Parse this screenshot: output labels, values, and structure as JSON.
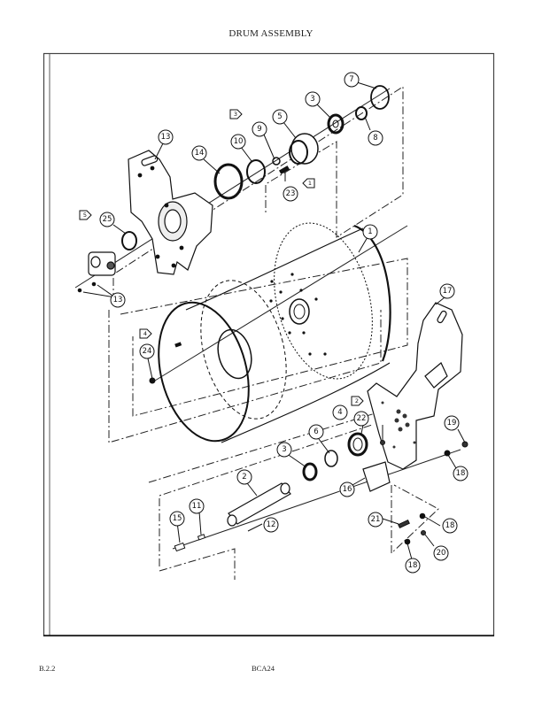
{
  "page": {
    "title": "DRUM ASSEMBLY",
    "footer_left": "B.2.2",
    "footer_center": "BCA24"
  },
  "callouts": [
    {
      "id": "c7",
      "label": "7"
    },
    {
      "id": "c3a",
      "label": "3"
    },
    {
      "id": "c5",
      "label": "5"
    },
    {
      "id": "c9",
      "label": "9"
    },
    {
      "id": "c10",
      "label": "10"
    },
    {
      "id": "c14",
      "label": "14"
    },
    {
      "id": "c8",
      "label": "8"
    },
    {
      "id": "c23",
      "label": "23"
    },
    {
      "id": "c13a",
      "label": "13"
    },
    {
      "id": "c25",
      "label": "25"
    },
    {
      "id": "c13b",
      "label": "13"
    },
    {
      "id": "c1",
      "label": "1"
    },
    {
      "id": "c24",
      "label": "24"
    },
    {
      "id": "c17",
      "label": "17"
    },
    {
      "id": "c22",
      "label": "22"
    },
    {
      "id": "c4",
      "label": "4"
    },
    {
      "id": "c6",
      "label": "6"
    },
    {
      "id": "c3b",
      "label": "3"
    },
    {
      "id": "c2",
      "label": "2"
    },
    {
      "id": "c19",
      "label": "19"
    },
    {
      "id": "c18a",
      "label": "18"
    },
    {
      "id": "c16",
      "label": "16"
    },
    {
      "id": "c11",
      "label": "11"
    },
    {
      "id": "c15",
      "label": "15"
    },
    {
      "id": "c12",
      "label": "12"
    },
    {
      "id": "c21",
      "label": "21"
    },
    {
      "id": "c18b",
      "label": "18"
    },
    {
      "id": "c20",
      "label": "20"
    },
    {
      "id": "c18c",
      "label": "18"
    }
  ],
  "flags": [
    {
      "id": "f3",
      "label": "3"
    },
    {
      "id": "f1",
      "label": "1"
    },
    {
      "id": "f5",
      "label": "5"
    },
    {
      "id": "f4",
      "label": "4"
    },
    {
      "id": "f2",
      "label": "2"
    }
  ]
}
